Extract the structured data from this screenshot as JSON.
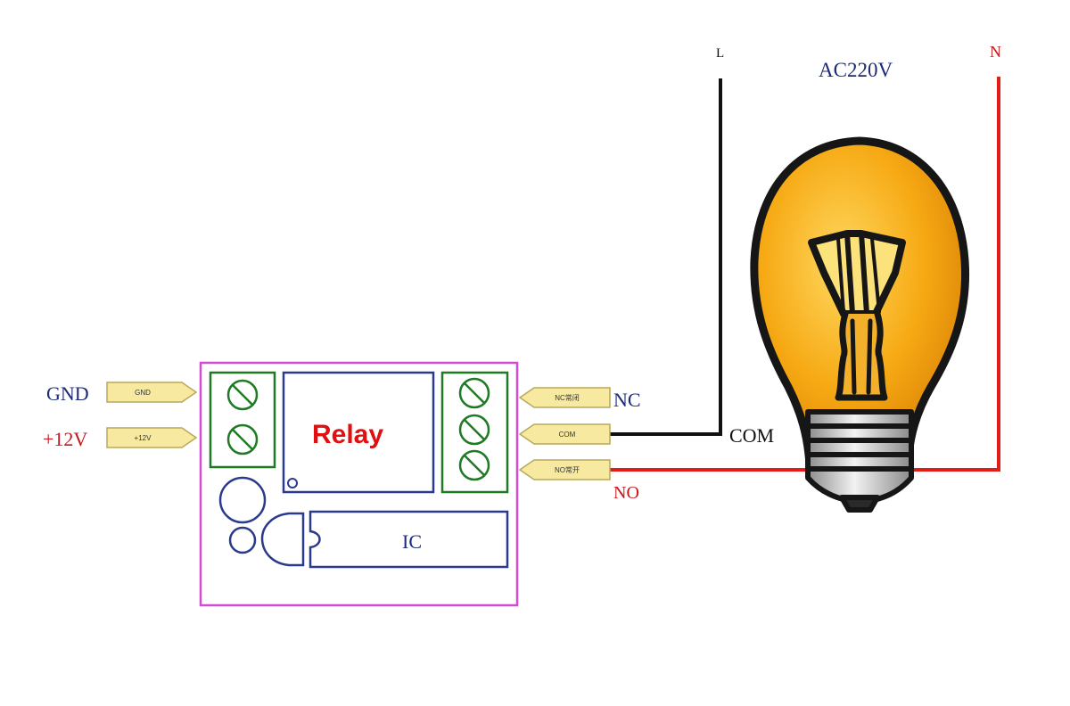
{
  "colors": {
    "board_outline": "#d24bd2",
    "terminal_green": "#1f7a24",
    "component_blue": "#2a3a8c",
    "relay_text_red": "#e01010",
    "neutral_wire_red": "#e41b1b",
    "live_wire_black": "#111111",
    "pin_label_fill": "#f7eaa0",
    "pin_label_stroke": "#b8a85a",
    "label_navy": "#1c2a78",
    "label_red": "#c8181c",
    "bulb_glass": "#f4a812",
    "bulb_outline": "#161616"
  },
  "supply": {
    "gnd_label": "GND",
    "v12_label": "+12V",
    "gnd_pin_text": "GND",
    "v12_pin_text": "+12V"
  },
  "board": {
    "relay_label": "Relay",
    "ic_label": "IC"
  },
  "outputs": {
    "nc_label": "NC",
    "com_label": "COM",
    "no_label": "NO",
    "nc_pin_text": "NC常闭",
    "com_pin_text": "COM",
    "no_pin_text": "NO常开"
  },
  "mains": {
    "l_label": "L",
    "n_label": "N",
    "voltage_label": "AC220V"
  },
  "icons": {
    "bulb": "light-bulb-icon",
    "screw": "screw-terminal-icon"
  }
}
